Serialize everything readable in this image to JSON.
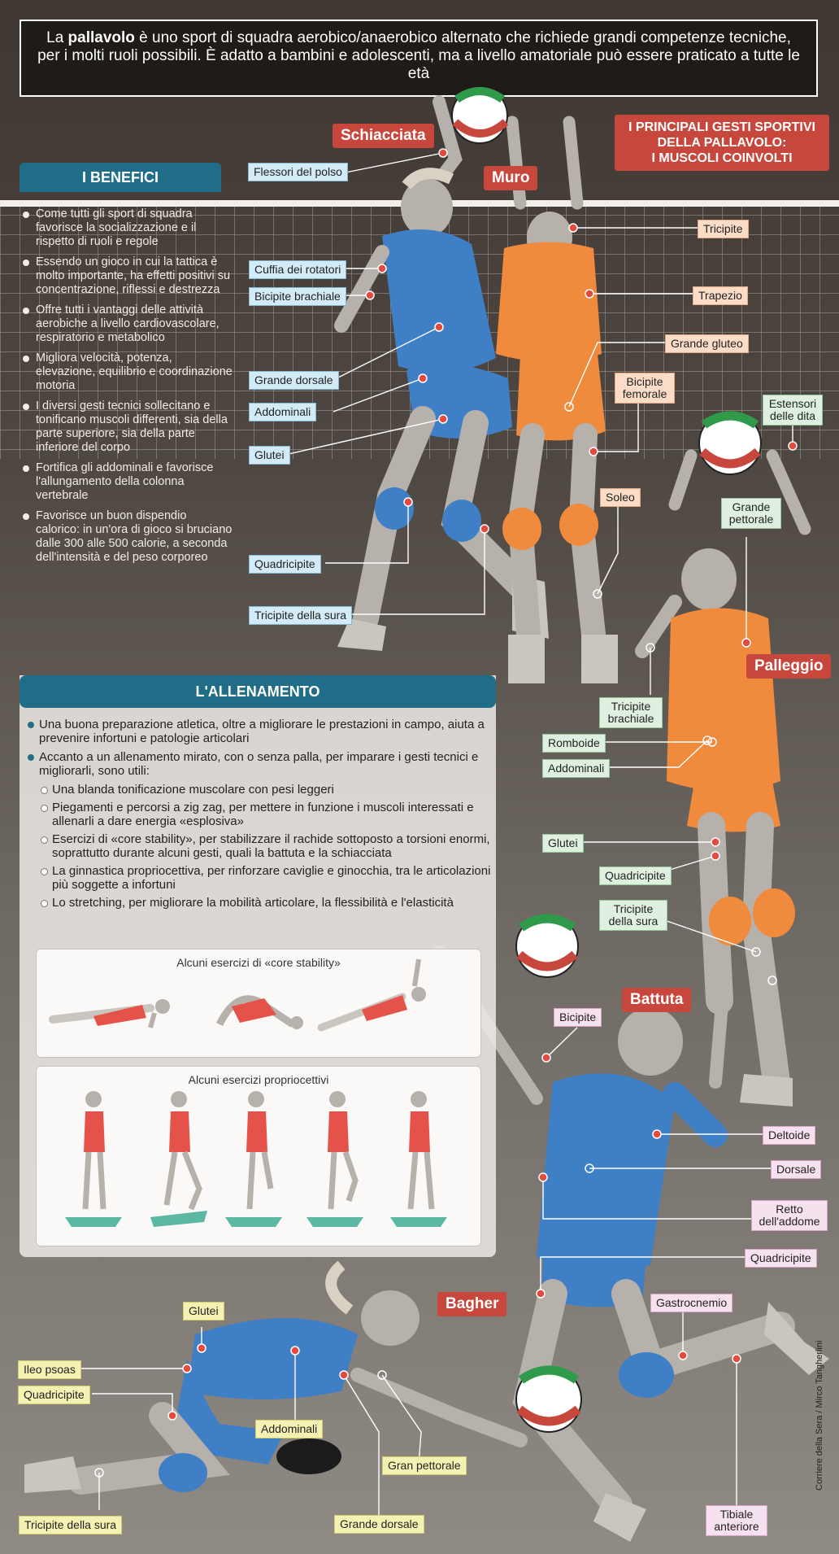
{
  "intro": {
    "prefix": "La ",
    "bold": "pallavolo",
    "text": " è uno sport di squadra aerobico/anaerobico alternato che richiede grandi competenze tecniche, per i molti ruoli possibili. È adatto a bambini e adolescenti, ma a livello amatoriale può essere praticato a tutte le età"
  },
  "main_title": {
    "line1": "I PRINCIPALI GESTI SPORTIVI",
    "line2": "DELLA PALLAVOLO:",
    "line3": "I  MUSCOLI COINVOLTI"
  },
  "gestures": {
    "schiacciata": "Schiacciata",
    "muro": "Muro",
    "palleggio": "Palleggio",
    "battuta": "Battuta",
    "bagher": "Bagher"
  },
  "benefits": {
    "title": "I BENEFICI",
    "items": [
      "Come tutti gli sport di squadra favorisce la socializzazione e il rispetto di ruoli e regole",
      "Essendo un gioco in cui la tattica è molto importante, ha effetti positivi su concentrazione, riflessi e destrezza",
      "Offre tutti i vantaggi delle attività aerobiche a livello cardiovascolare, respiratorio e metabolico",
      "Migliora velocità, potenza, elevazione, equilibrio e coordinazione motoria",
      "I diversi gesti tecnici sollecitano e tonificano muscoli differenti, sia della parte superiore, sia della parte inferiore del corpo",
      "Fortifica gli addominali e favorisce l'allungamento della colonna vertebrale",
      "Favorisce un buon dispendio calorico: in un'ora di gioco si bruciano dalle 300 alle 500 calorie, a seconda dell'intensità e del peso corporeo"
    ]
  },
  "training": {
    "title": "L'ALLENAMENTO",
    "item1": "Una buona preparazione atletica, oltre a migliorare le prestazioni in campo, aiuta a prevenire infortuni e patologie articolari",
    "item2": "Accanto a un allenamento mirato, con o senza palla, per imparare i gesti tecnici e migliorarli, sono utili:",
    "subs": [
      "Una blanda tonificazione muscolare con pesi leggeri",
      "Piegamenti e percorsi a zig zag, per mettere in funzione i muscoli interessati e allenarli a dare energia «esplosiva»",
      "Esercizi di «core stability», per stabilizzare il rachide sottoposto a torsioni enormi, soprattutto durante alcuni gesti, quali la battuta e la schiacciata",
      "La ginnastica propriocettiva, per rinforzare caviglie e ginocchia, tra le articolazioni più soggette a infortuni",
      "Lo stretching, per migliorare la mobilità articolare, la flessibilità e l'elasticità"
    ],
    "core_title": "Alcuni esercizi di «core stability»",
    "prop_title": "Alcuni esercizi propriocettivi"
  },
  "labels": {
    "schiacciata": [
      "Flessori del polso",
      "Cuffia dei rotatori",
      "Bicipite brachiale",
      "Grande dorsale",
      "Addominali",
      "Glutei",
      "Quadricipite",
      "Tricipite della sura"
    ],
    "muro": [
      "Tricipite",
      "Trapezio",
      "Grande gluteo",
      "Bicipite femorale",
      "Soleo"
    ],
    "palleggio": [
      "Estensori delle dita",
      "Grande pettorale",
      "Tricipite brachiale",
      "Romboide",
      "Addominali",
      "Glutei",
      "Quadricipite",
      "Tricipite della sura"
    ],
    "battuta": [
      "Bicipite",
      "Deltoide",
      "Dorsale",
      "Retto dell'addome",
      "Quadricipite",
      "Gastrocnemio",
      "Tibiale anteriore"
    ],
    "bagher": [
      "Glutei",
      "Ileo psoas",
      "Quadricipite",
      "Addominali",
      "Gran pettorale",
      "Grande dorsale",
      "Tricipite della sura"
    ]
  },
  "credit": "Corriere della Sera / Mirco Tangherlini",
  "colors": {
    "red_tag": "#c7473c",
    "teal_head": "#1f6d86",
    "jersey_blue": "#3f7fc5",
    "jersey_orange": "#f08a3c",
    "skin": "#b6b1ab"
  }
}
